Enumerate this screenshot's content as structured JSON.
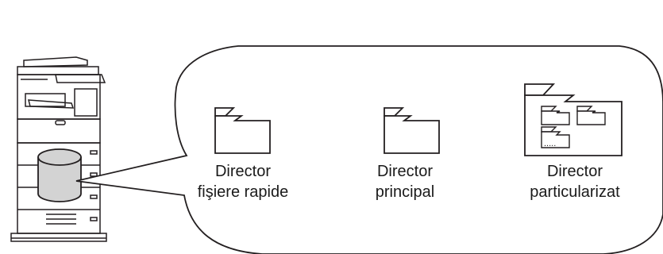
{
  "folders": {
    "quick_file": {
      "icon": "folder-icon",
      "line1": "Director",
      "line2": "fişiere rapide"
    },
    "main": {
      "icon": "folder-icon",
      "line1": "Director",
      "line2": "principal"
    },
    "custom": {
      "icon": "folder-group-icon",
      "line1": "Director",
      "line2": "particularizat",
      "subfolder_text": "....."
    }
  },
  "colors": {
    "stroke": "#231f20",
    "storage_fill": "#d3d3d3",
    "background": "#ffffff"
  }
}
